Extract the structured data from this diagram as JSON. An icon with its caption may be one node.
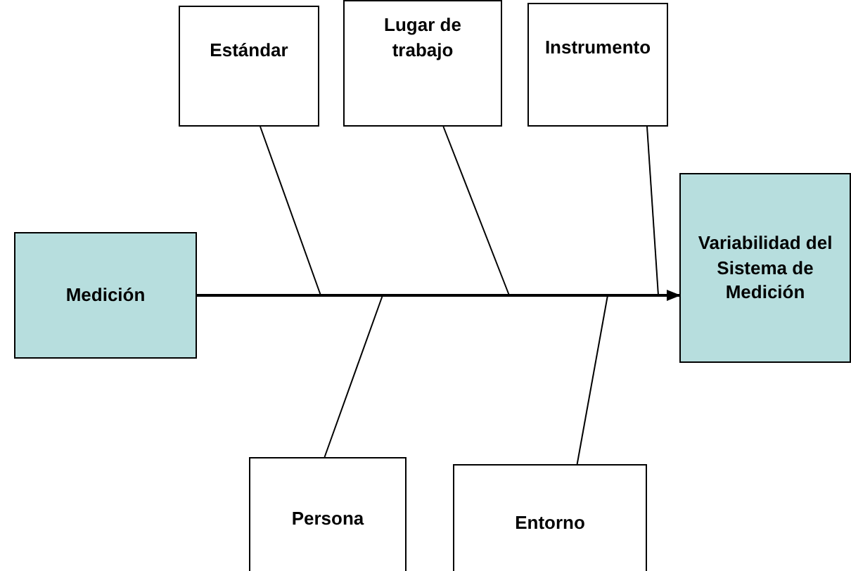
{
  "diagram": {
    "nodes": [
      {
        "text": [
          "Estándar"
        ]
      },
      {
        "text": [
          "Lugar de trabajo"
        ]
      },
      {
        "text": [
          "Instrumento"
        ]
      },
      {
        "text": [
          "Medición"
        ]
      },
      {
        "text": [
          "Variabilidad del Sistema de Medición"
        ]
      },
      {
        "text": [
          "Persona"
        ]
      },
      {
        "text": [
          "Entorno"
        ]
      }
    ],
    "edges": [
      {
        "from": 3,
        "to": 4,
        "arrow": "to"
      },
      {
        "from": 0,
        "to": null,
        "arrow": "none"
      },
      {
        "from": 1,
        "to": null,
        "arrow": "none"
      },
      {
        "from": 2,
        "to": null,
        "arrow": "none"
      },
      {
        "from": 5,
        "to": null,
        "arrow": "none"
      },
      {
        "from": 6,
        "to": null,
        "arrow": "none"
      }
    ]
  }
}
